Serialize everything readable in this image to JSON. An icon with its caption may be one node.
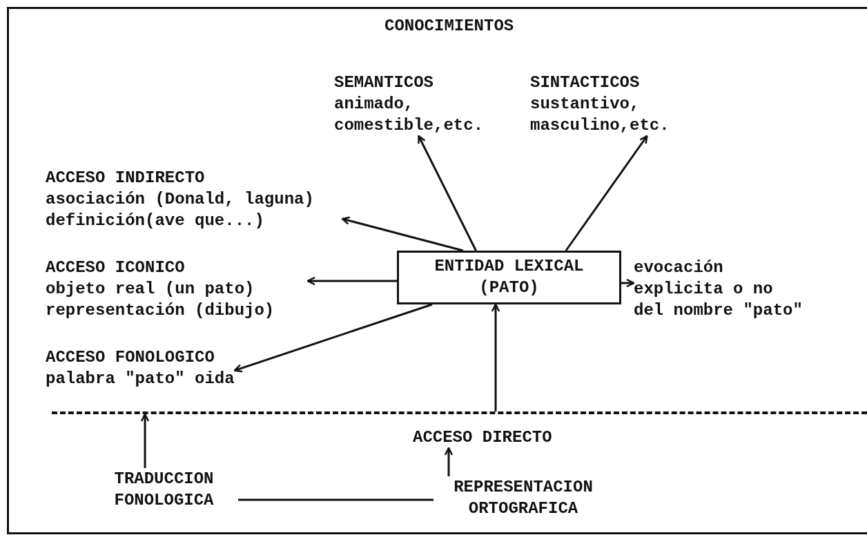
{
  "diagram": {
    "nodes": [
      {
        "text": [
          "SEMANTICOS",
          "animado, comestible,etc."
        ]
      },
      {
        "text": [
          "SINTACTICOS",
          "sustantivo, masculino,etc."
        ]
      },
      {
        "text": [
          "ACCESO INDIRECTO",
          "asociación (Donald, laguna) definición(ave que...)"
        ]
      },
      {
        "text": [
          "ACCESO ICONICO",
          "objeto real (un pato) representación (dibujo)"
        ]
      },
      {
        "text": [
          "ENTIDAD LEXICAL (PATO)"
        ]
      },
      {
        "text": [
          "evocación explicita o no del nombre \"pato\""
        ]
      },
      {
        "text": [
          "ACCESO FONOLOGICO",
          "palabra \"pato\" oida"
        ]
      },
      {
        "text": [],
        "shape": "line"
      },
      {
        "text": [
          "ACCESO DIRECTO"
        ]
      },
      {
        "text": [
          "TRADUCCION FONOLOGICA"
        ]
      },
      {
        "text": [
          "REPRESENTACION ORTOGRAFICA"
        ]
      }
    ],
    "edges": [
      {
        "from": 4,
        "to": 0,
        "arrow": "to"
      },
      {
        "from": 4,
        "to": 1,
        "arrow": "to"
      },
      {
        "from": 4,
        "to": 2,
        "arrow": "to"
      },
      {
        "from": 4,
        "to": 3,
        "arrow": "to"
      },
      {
        "from": 4,
        "to": 5,
        "arrow": "to"
      },
      {
        "from": 4,
        "to": 6,
        "arrow": "to"
      },
      {
        "from": 7,
        "to": 4,
        "arrow": "to"
      },
      {
        "from": 9,
        "to": 7,
        "arrow": "to"
      },
      {
        "from": 10,
        "to": 8,
        "arrow": "to"
      },
      {
        "from": 9,
        "to": 10,
        "arrow": "none"
      }
    ],
    "labels": [
      "CONOCIMIENTOS"
    ]
  }
}
